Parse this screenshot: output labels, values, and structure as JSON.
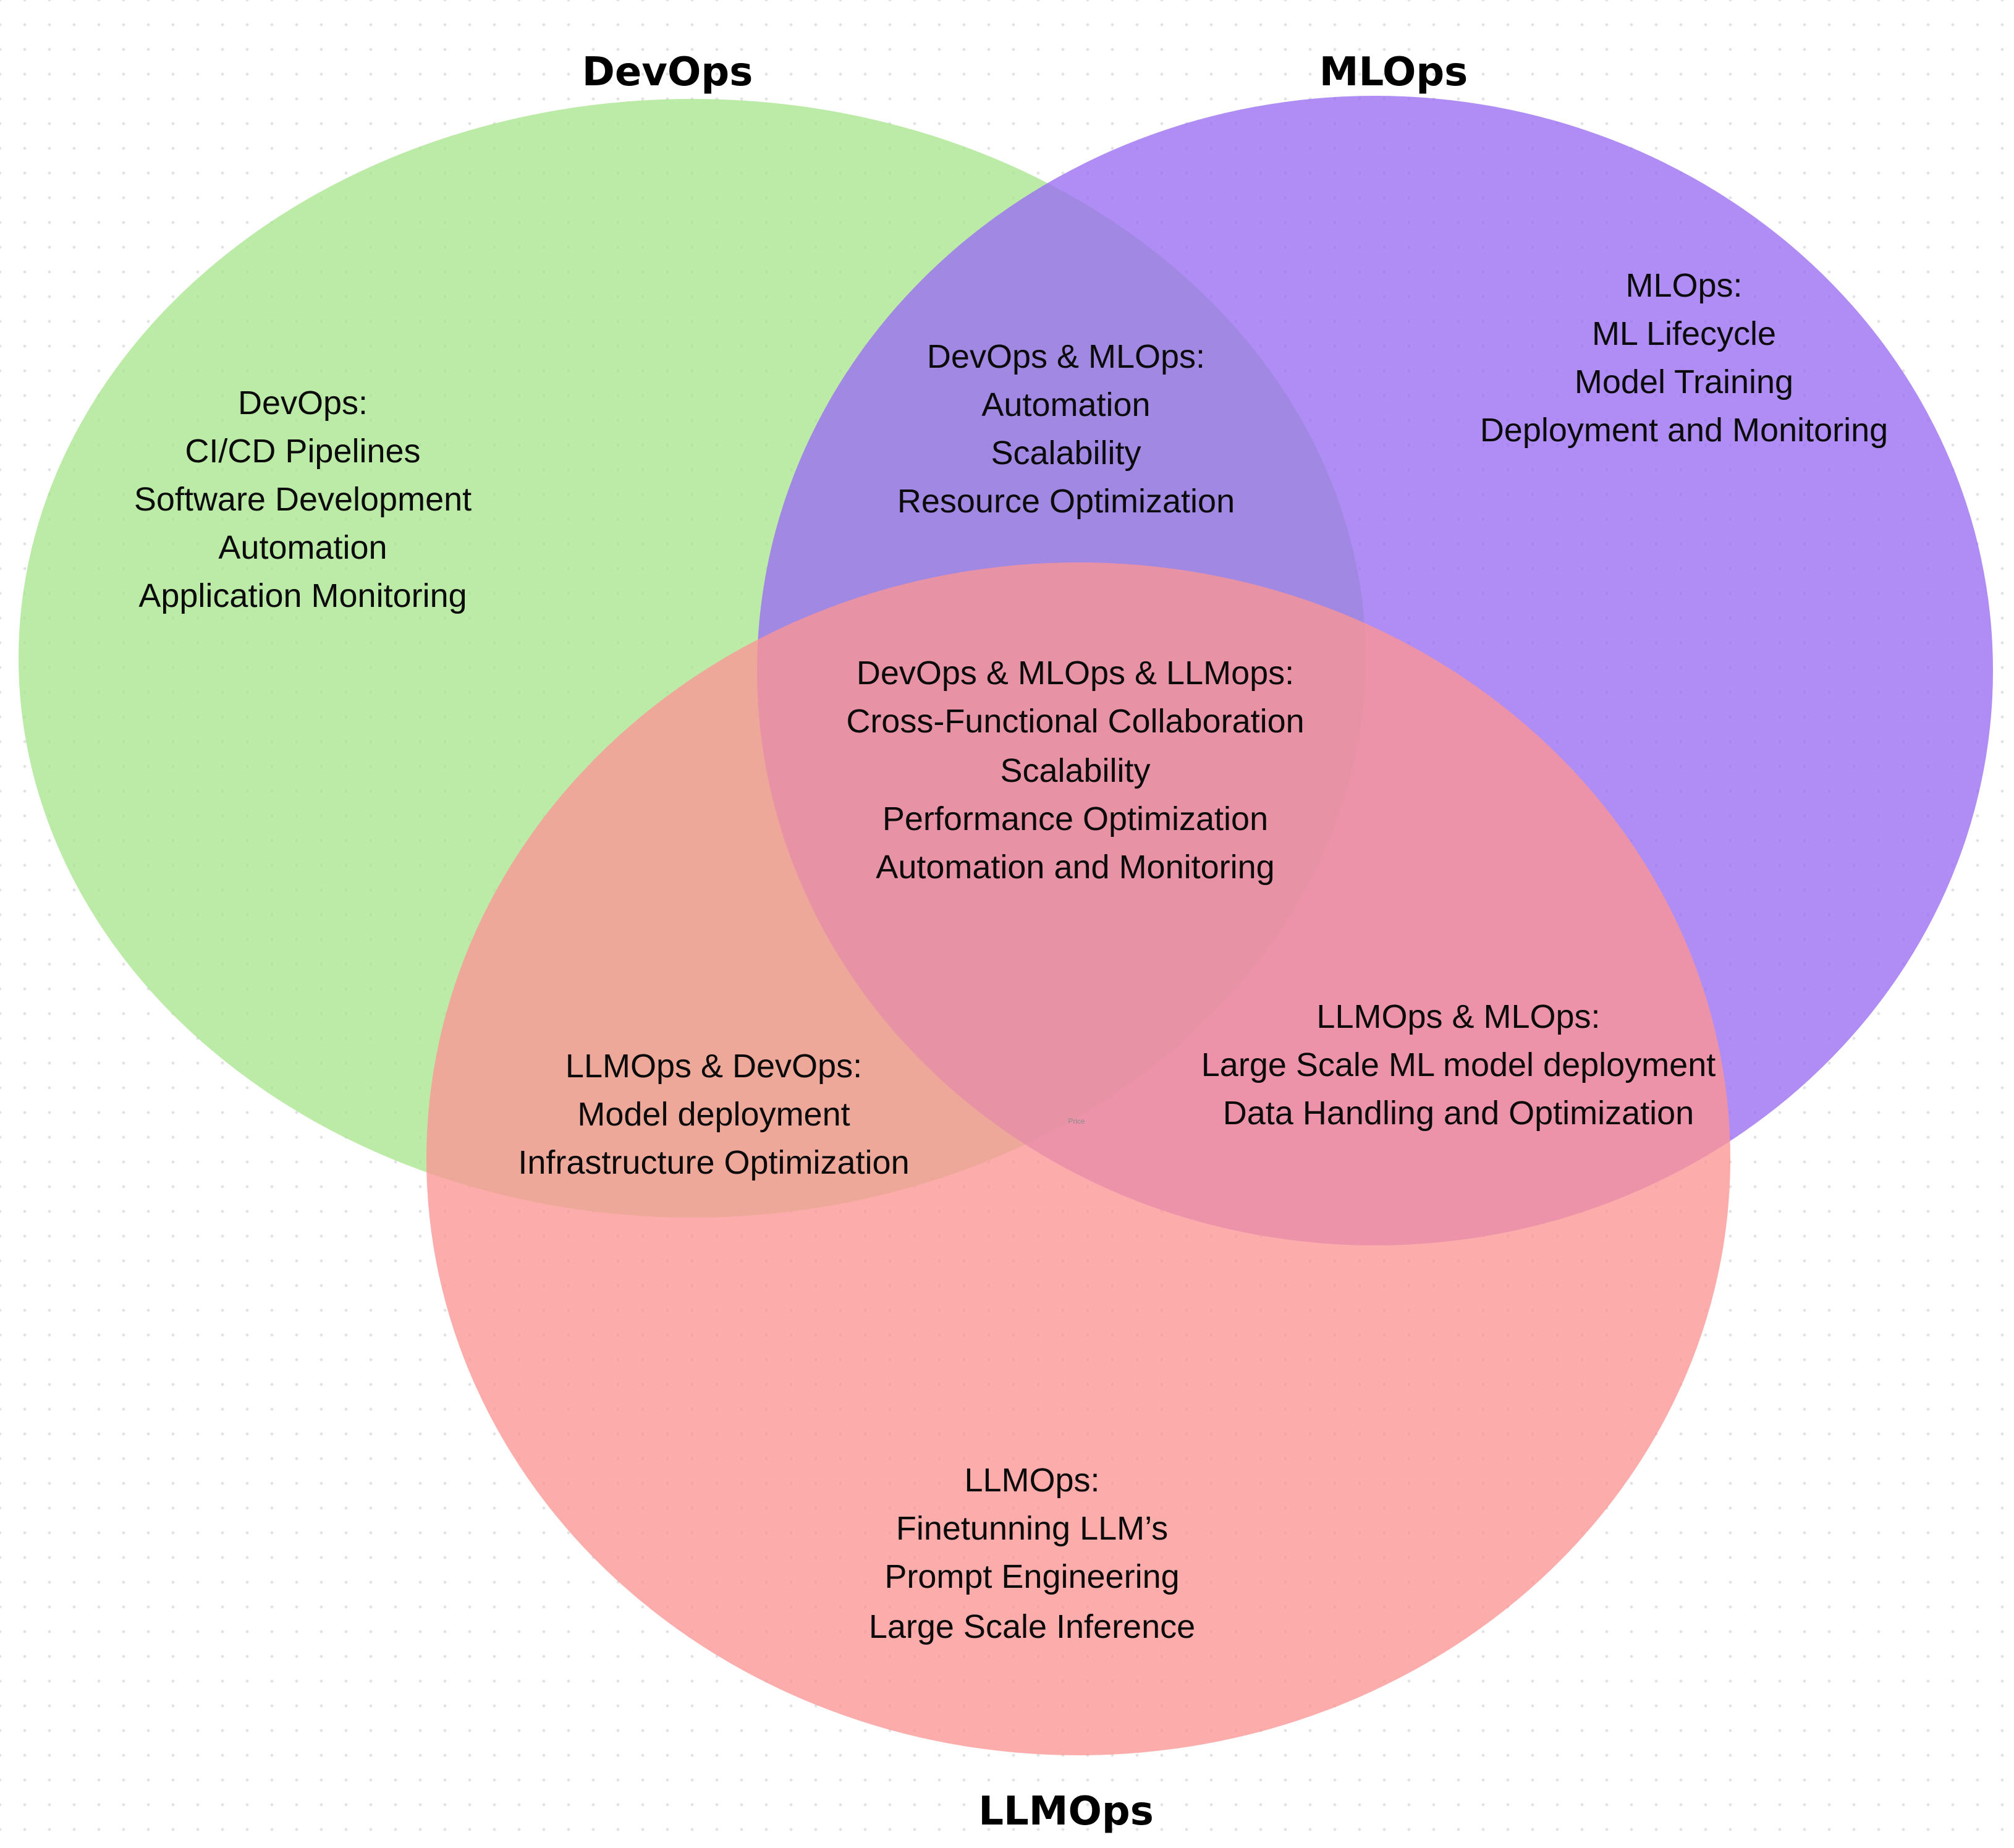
{
  "colors": {
    "devops": "#a9e58f",
    "mlops": "#9a6cf2",
    "llmops": "#fc9595",
    "text": "#0b0b0b",
    "title": "#000000",
    "background": "#ffffff",
    "dot_grid": "#e4e4e4"
  },
  "sets": {
    "devops": {
      "title": "DevOps"
    },
    "mlops": {
      "title": "MLOps"
    },
    "llmops": {
      "title": "LLMOps"
    }
  },
  "regions": {
    "devops_only": {
      "heading": "DevOps:",
      "items": [
        "CI/CD Pipelines",
        "Software Development",
        "Automation",
        "Application Monitoring"
      ]
    },
    "mlops_only": {
      "heading": "MLOps:",
      "items": [
        "ML Lifecycle",
        "Model Training",
        "Deployment and Monitoring"
      ]
    },
    "devops_mlops": {
      "heading": "DevOps  & MLOps:",
      "items": [
        "Automation",
        "Scalability",
        "Resource Optimization"
      ]
    },
    "all_three": {
      "heading": "DevOps  & MLOps & LLMops:",
      "items": [
        "Cross-Functional Collaboration",
        "Scalability",
        "Performance Optimization",
        "Automation and Monitoring"
      ]
    },
    "llmops_devops": {
      "heading": "LLMOps  & DevOps:",
      "items": [
        "Model deployment",
        "Infrastructure Optimization"
      ]
    },
    "llmops_mlops": {
      "heading": "LLMOps  & MLOps:",
      "items": [
        "Large Scale ML model deployment",
        "Data Handling and Optimization"
      ]
    },
    "llmops_only": {
      "heading": "LLMOps:",
      "items": [
        "Finetunning LLM’s",
        "Prompt Engineering",
        "Large Scale Inference"
      ]
    }
  },
  "stray_label": "Price"
}
